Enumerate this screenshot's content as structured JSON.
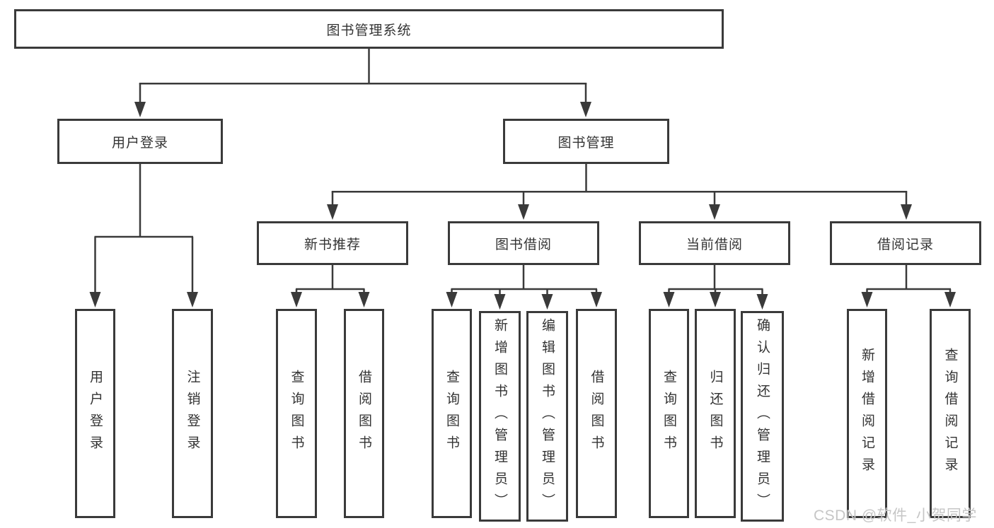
{
  "diagram": {
    "root": "图书管理系统",
    "l2": [
      "用户登录",
      "图书管理"
    ],
    "l3": [
      "新书推荐",
      "图书借阅",
      "当前借阅",
      "借阅记录"
    ],
    "leaves": {
      "login": [
        "用户登录",
        "注销登录"
      ],
      "recommend": [
        "查询图书",
        "借阅图书"
      ],
      "borrow": [
        "查询图书",
        "新增图书（管理员）",
        "编辑图书（管理员）",
        "借阅图书"
      ],
      "current": [
        "查询图书",
        "归还图书",
        "确认归还（管理员）"
      ],
      "records": [
        "新增借阅记录",
        "查询借阅记录"
      ]
    }
  },
  "watermark": "CSDN @软件_小贺同学",
  "colors": {
    "line": "#3a3a3a",
    "text": "#333333",
    "watermark": "#c6c6c6",
    "background": "#ffffff"
  }
}
